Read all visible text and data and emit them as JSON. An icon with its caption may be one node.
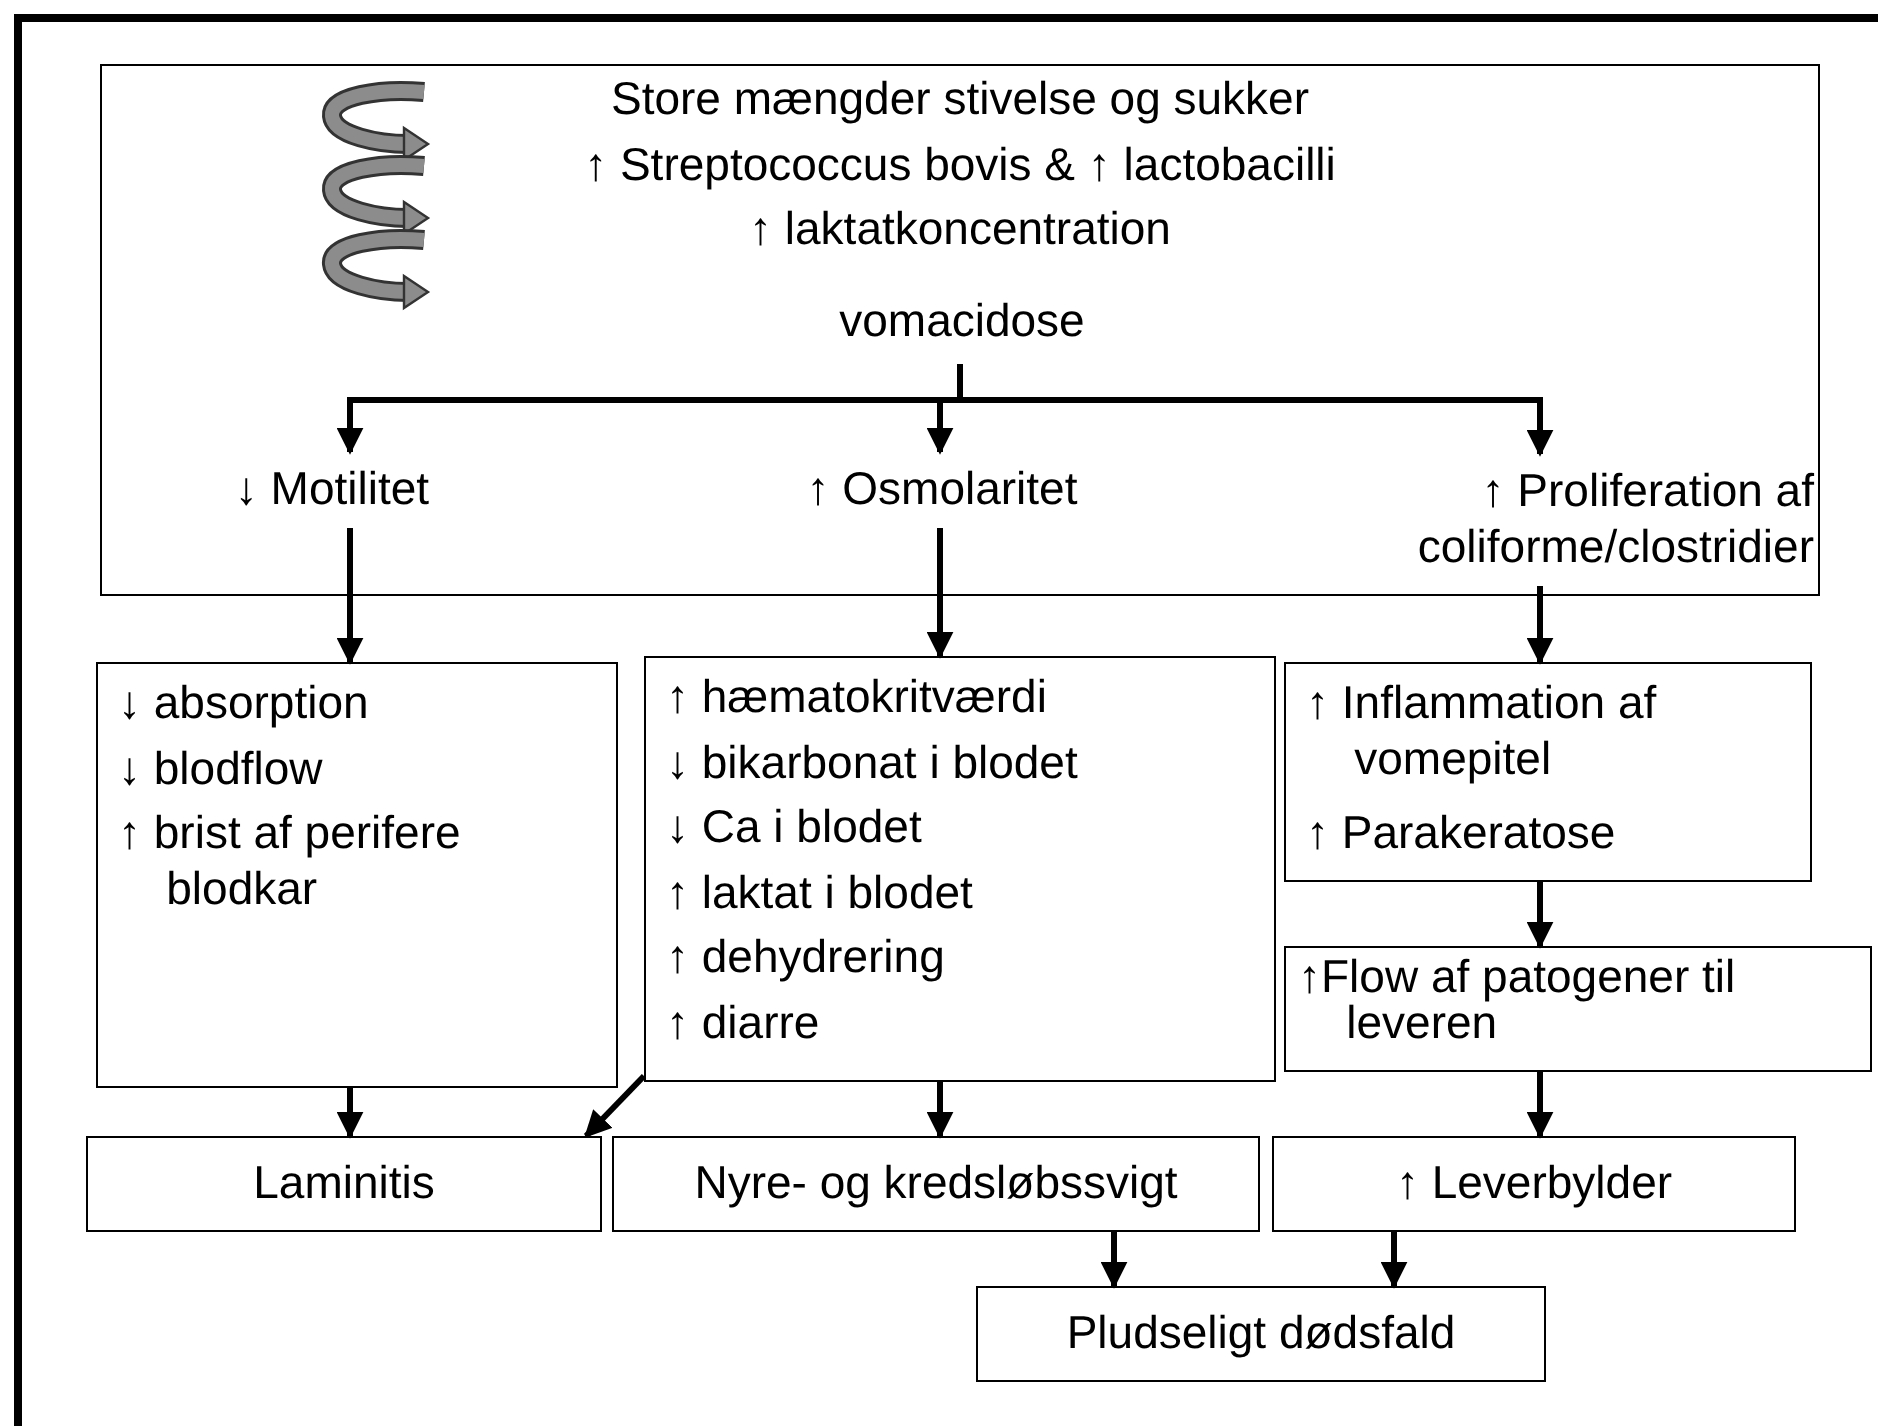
{
  "diagram": {
    "nodes": [
      {
        "text": [
          "Store mængder stivelse og sukker",
          "↑ Streptococcus bovis & ↑ lactobacilli",
          "↑ laktatkoncentration"
        ]
      },
      {
        "text": [
          "vomacidose"
        ],
        "in": 0
      },
      {
        "text": [
          "↓ Motilitet"
        ],
        "in": 0
      },
      {
        "text": [
          "↑ Osmolaritet"
        ],
        "in": 0
      },
      {
        "text": [
          "↑ Proliferation af coliforme/clostridier"
        ],
        "in": 0
      },
      {
        "text": [
          "↓ absorption",
          "↓ blodflow",
          "↑ brist af perifere blodkar"
        ]
      },
      {
        "text": [
          "↑ hæmatokritværdi",
          "↓ bikarbonat i blodet",
          "↓ Ca i blodet",
          "↑ laktat i blodet",
          "↑ dehydrering",
          "↑ diarre"
        ]
      },
      {
        "text": [
          "↑ Inflammation af vomepitel",
          "↑ Parakeratose"
        ]
      },
      {
        "text": [
          "↑Flow af patogener til leveren"
        ]
      },
      {
        "text": [
          "Laminitis"
        ]
      },
      {
        "text": [
          "Nyre- og kredsløbssvigt"
        ]
      },
      {
        "text": [
          "↑ Leverbylder"
        ]
      },
      {
        "text": [
          "Pludseligt dødsfald"
        ]
      }
    ],
    "edges": [
      {
        "from": 1,
        "to": 2,
        "arrow": "to"
      },
      {
        "from": 1,
        "to": 3,
        "arrow": "to"
      },
      {
        "from": 1,
        "to": 4,
        "arrow": "to"
      },
      {
        "from": 2,
        "to": 5,
        "arrow": "to"
      },
      {
        "from": 3,
        "to": 6,
        "arrow": "to"
      },
      {
        "from": 4,
        "to": 7,
        "arrow": "to"
      },
      {
        "from": 5,
        "to": 9,
        "arrow": "to"
      },
      {
        "from": 6,
        "to": 9,
        "arrow": "to"
      },
      {
        "from": 6,
        "to": 10,
        "arrow": "to"
      },
      {
        "from": 7,
        "to": 8,
        "arrow": "to"
      },
      {
        "from": 8,
        "to": 11,
        "arrow": "to"
      },
      {
        "from": 10,
        "to": 12,
        "arrow": "to"
      },
      {
        "from": 11,
        "to": 12,
        "arrow": "to"
      }
    ]
  }
}
